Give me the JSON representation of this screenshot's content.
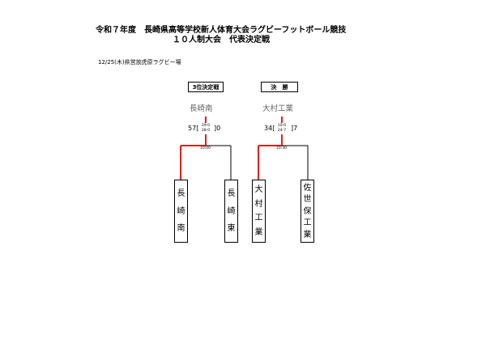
{
  "title": {
    "line1": "令和７年度　長崎県高等学校新人体育大会ラグビーフットボール競技",
    "line2": "１０人制大会　代表決定戦"
  },
  "venue": "12/25(木)県営放虎原ラグビー場",
  "matches": [
    {
      "label": "3位決定戦",
      "winner": "長崎南",
      "score_left": "57",
      "score_right": "0",
      "half1": "29-0",
      "half2": "28-0",
      "time": "10:00",
      "team_left": [
        "長",
        "崎",
        "南"
      ],
      "team_right": [
        "長",
        "崎",
        "東"
      ],
      "winner_side": "left"
    },
    {
      "label": "決　勝",
      "winner": "大村工業",
      "score_left": "34",
      "score_right": "7",
      "half1": "10-0",
      "half2": "24-7",
      "time": "10:30",
      "team_left": [
        "大",
        "村",
        "工",
        "業"
      ],
      "team_right": [
        "佐",
        "世",
        "保",
        "工",
        "業"
      ],
      "winner_side": "left"
    }
  ],
  "colors": {
    "win_line": "#e0201c",
    "line": "#000000"
  }
}
